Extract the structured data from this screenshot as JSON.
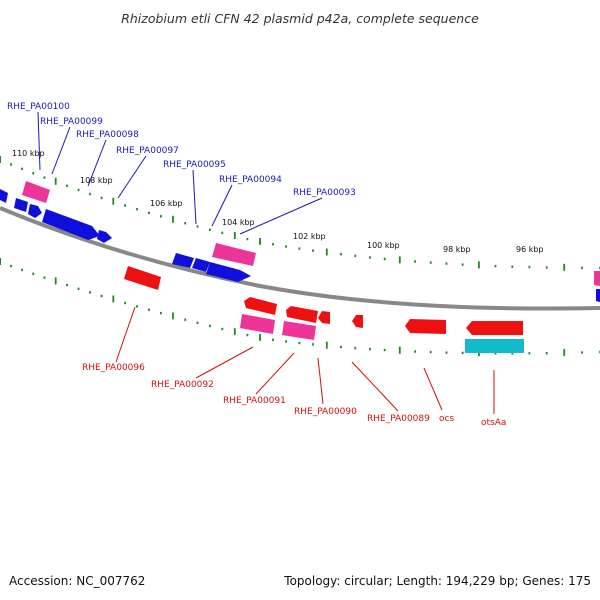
{
  "title": "Rhizobium etli CFN 42 plasmid p42a, complete sequence",
  "footer": {
    "accession": "Accession: NC_007762",
    "summary": "Topology: circular; Length: 194,229 bp; Genes: 175"
  },
  "colors": {
    "forward_gene": "#1010dd",
    "reverse_gene": "#ee1111",
    "forward_rna": "#ee3399",
    "reverse_rna": "#ee3399",
    "reverse_other": "#11bbcc",
    "backbone": "#888888",
    "tick": "#228822",
    "forward_label": "#1a1aaa",
    "reverse_label": "#cc1111"
  },
  "scale_ticks": [
    "110 kbp",
    "108 kbp",
    "106 kbp",
    "104 kbp",
    "102 kbp",
    "100 kbp",
    "98 kbp",
    "96 kbp"
  ],
  "forward_labels": [
    "RHE_PA00100",
    "RHE_PA00099",
    "RHE_PA00098",
    "RHE_PA00097",
    "RHE_PA00095",
    "RHE_PA00094",
    "RHE_PA00093"
  ],
  "reverse_labels": [
    "RHE_PA00096",
    "RHE_PA00092",
    "RHE_PA00091",
    "RHE_PA00090",
    "RHE_PA00089",
    "ocs",
    "otsAa"
  ]
}
